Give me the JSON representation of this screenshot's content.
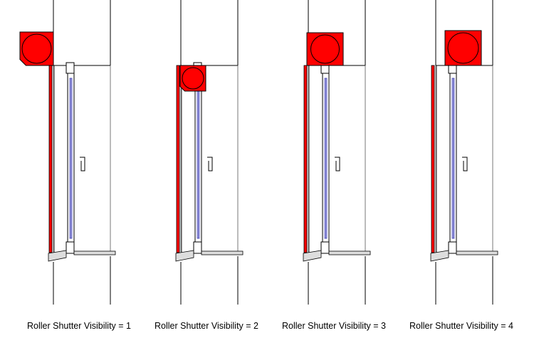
{
  "colors": {
    "shutter": "#ff0000",
    "glass": "#3a3ab0",
    "line": "#000000",
    "sill": "#dddddd"
  },
  "panels": [
    {
      "caption": "Roller Shutter Visibility = 1",
      "visibility": 1
    },
    {
      "caption": "Roller Shutter Visibility = 2",
      "visibility": 2
    },
    {
      "caption": "Roller Shutter Visibility = 3",
      "visibility": 3
    },
    {
      "caption": "Roller Shutter Visibility = 4",
      "visibility": 4
    }
  ]
}
